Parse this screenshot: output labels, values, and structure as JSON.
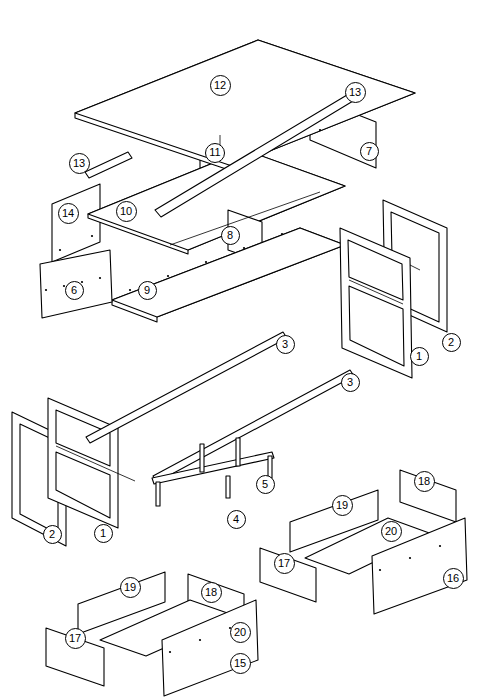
{
  "diagram": {
    "labels": [
      "12",
      "13",
      "11",
      "7",
      "13",
      "14",
      "10",
      "8",
      "6",
      "9",
      "1",
      "2",
      "3",
      "3",
      "1",
      "2",
      "5",
      "4",
      "18",
      "19",
      "20",
      "17",
      "16",
      "19",
      "18",
      "20",
      "17",
      "15"
    ]
  }
}
